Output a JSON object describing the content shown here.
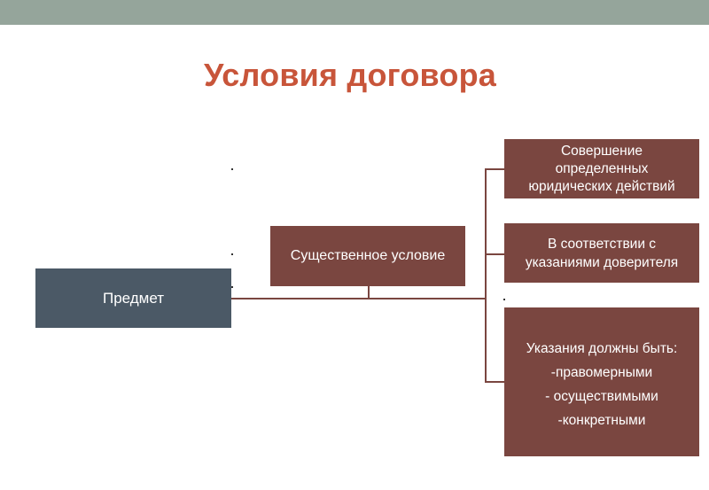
{
  "title": "Условия договора",
  "diagram": {
    "subject": "Предмет",
    "essential_condition": "Существенное условие",
    "branches": [
      {
        "lines": [
          "Совершение",
          "определенных",
          "юридических действий"
        ]
      },
      {
        "lines": [
          "В соответствии с",
          "указаниями доверителя"
        ]
      },
      {
        "lines": [
          "Указания должны быть:",
          "-правомерными",
          "- осуществимыми",
          "-конкретными"
        ]
      }
    ]
  },
  "colors": {
    "topbar": "#95a59b",
    "title": "#c8553a",
    "subject_box": "#4b5966",
    "condition_box": "#7a4640",
    "connector": "#7a4640"
  }
}
